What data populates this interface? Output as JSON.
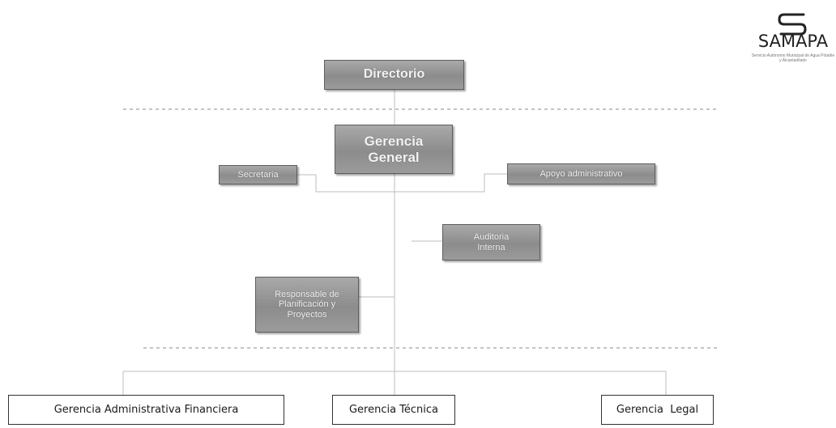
{
  "org_chart": {
    "directorio": "Directorio",
    "gerencia_general": "Gerencia General",
    "secretaria": "Secretaria",
    "apoyo_administrativo": "Apoyo administrativo",
    "auditoria_interna": "Auditoria Interna",
    "planificacion": "Responsable de Planificación y Proyectos",
    "gerencia_administrativa_financiera": "Gerencia Administrativa Financiera",
    "gerencia_tecnica": "Gerencia Técnica",
    "gerencia_legal": "Gerencia  Legal"
  },
  "logo": {
    "name": "SAMAPA",
    "tagline": "Servicio Autónomo Municipal de Agua Potable y Alcantarillado",
    "icon": "samapa-logo-icon"
  },
  "colors": {
    "box_fill": "#999999",
    "box_text": "#f3f3f3",
    "connector": "#bdbdbd",
    "dashed_line": "#a0a0a0"
  }
}
